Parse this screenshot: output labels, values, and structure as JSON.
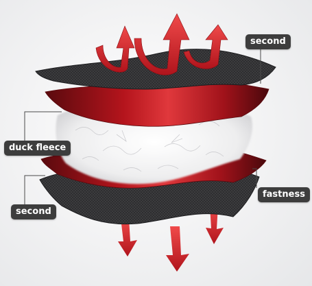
{
  "labels": {
    "top_right": "second",
    "left_middle": "duck fleece",
    "bottom_left": "second",
    "bottom_right": "fastness"
  },
  "colors": {
    "background": "#ececed",
    "fabric_dark": "#2c2c2e",
    "fabric_red": "#b0141c",
    "fleece": "#f4f4f4",
    "arrow_red": "#d4262a",
    "label_bg": "#3d3d3d",
    "label_text": "#ffffff"
  },
  "icons": {
    "up_arrows": "curved-arrow-up",
    "down_arrows": "arrow-down"
  }
}
